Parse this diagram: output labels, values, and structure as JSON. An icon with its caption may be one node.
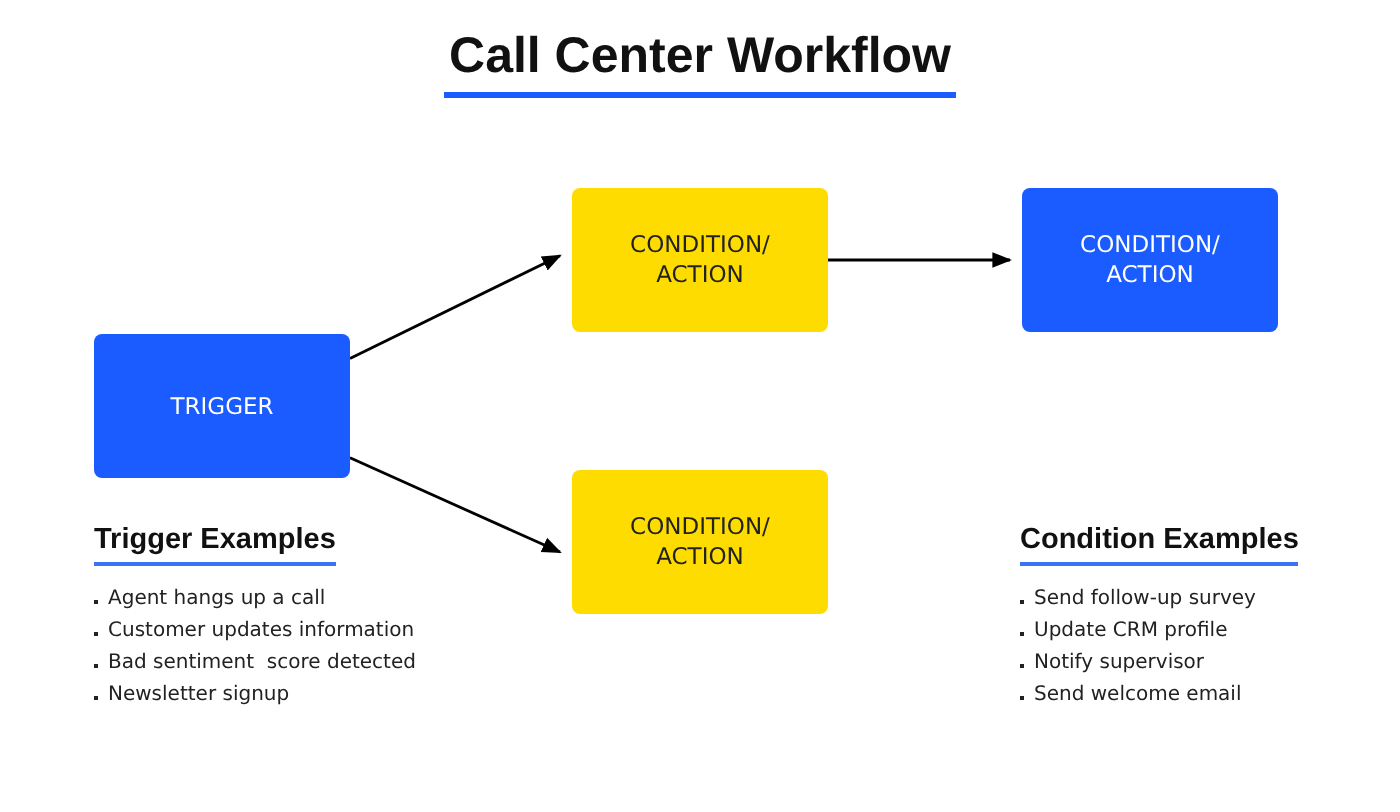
{
  "diagram": {
    "title": "Call Center Workflow",
    "nodes": [
      {
        "text": [
          "TRIGGER"
        ]
      },
      {
        "text": [
          "CONDITION/ ACTION"
        ]
      },
      {
        "text": [
          "CONDITION/ ACTION"
        ]
      },
      {
        "text": [
          "CONDITION/ ACTION"
        ]
      }
    ],
    "edges": [
      {
        "from": 0,
        "to": 1,
        "arrow": "to"
      },
      {
        "from": 1,
        "to": 2,
        "arrow": "to"
      },
      {
        "from": 0,
        "to": 3,
        "arrow": "to"
      }
    ],
    "labels": [
      "Trigger Examples",
      "Agent hangs up a call",
      "Customer updates information",
      "Bad sentiment  score detected",
      "Newsletter signup",
      "Condition Examples",
      "Send follow-up survey",
      "Update CRM profile",
      "Notify supervisor",
      "Send welcome email"
    ]
  }
}
